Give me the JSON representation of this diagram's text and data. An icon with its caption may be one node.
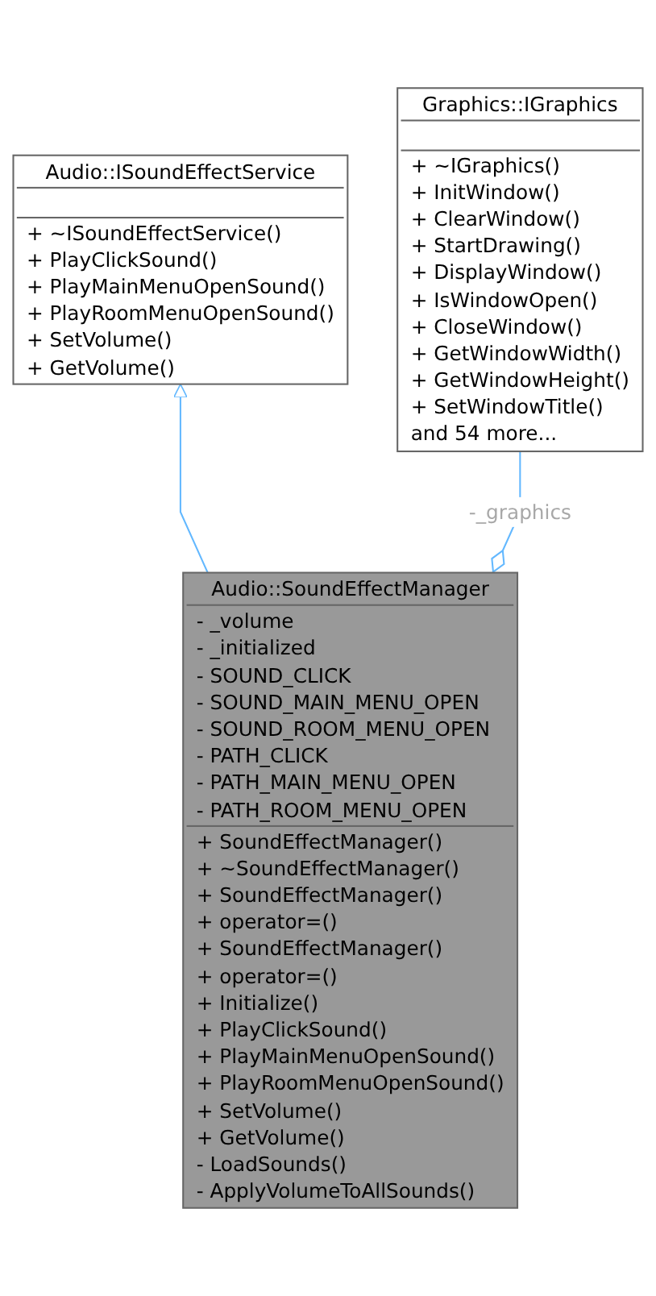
{
  "diagram": {
    "nodes": [
      {
        "text": [
          "Audio::ISoundEffectService",
          "+ ~ISoundEffectService()",
          "+ PlayClickSound()",
          "+ PlayMainMenuOpenSound()",
          "+ PlayRoomMenuOpenSound()",
          "+ SetVolume()",
          "+ GetVolume()"
        ]
      },
      {
        "text": [
          "Graphics::IGraphics",
          "+ ~IGraphics()",
          "+ InitWindow()",
          "+ ClearWindow()",
          "+ StartDrawing()",
          "+ DisplayWindow()",
          "+ IsWindowOpen()",
          "+ CloseWindow()",
          "+ GetWindowWidth()",
          "+ GetWindowHeight()",
          "+ SetWindowTitle()",
          "and 54 more..."
        ]
      },
      {
        "text": [
          "Audio::SoundEffectManager",
          "- _volume",
          "- _initialized",
          "- SOUND_CLICK",
          "- SOUND_MAIN_MENU_OPEN",
          "- SOUND_ROOM_MENU_OPEN",
          "- PATH_CLICK",
          "- PATH_MAIN_MENU_OPEN",
          "- PATH_ROOM_MENU_OPEN",
          "+ SoundEffectManager()",
          "+ ~SoundEffectManager()",
          "+ SoundEffectManager()",
          "+ operator=()",
          "+ SoundEffectManager()",
          "+ operator=()",
          "+ Initialize()",
          "+ PlayClickSound()",
          "+ PlayMainMenuOpenSound()",
          "+ PlayRoomMenuOpenSound()",
          "+ SetVolume()",
          "+ GetVolume()",
          "- LoadSounds()",
          "- ApplyVolumeToAllSounds()"
        ]
      }
    ],
    "edges": [
      {
        "from": 2,
        "to": 0,
        "arrow": "to"
      },
      {
        "from": 2,
        "to": 1,
        "arrow": "other",
        "label": "-_graphics"
      }
    ]
  }
}
